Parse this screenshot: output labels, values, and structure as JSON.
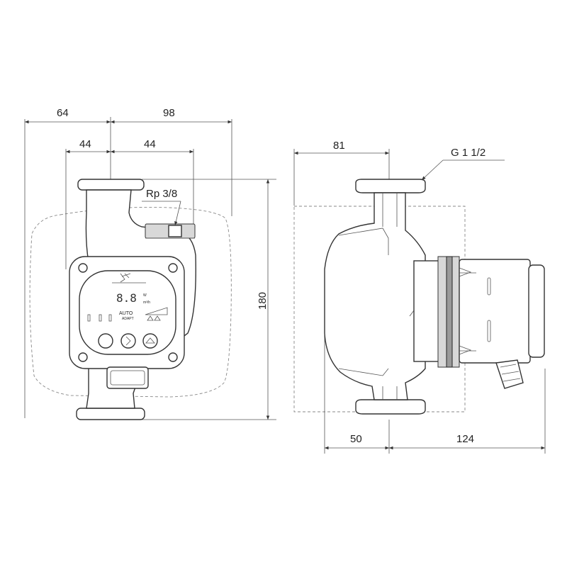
{
  "dimensions": {
    "front_left_width": "64",
    "front_right_width": "98",
    "front_left_inner": "44",
    "front_right_inner": "44",
    "front_height": "180",
    "side_top_width": "81",
    "side_bottom_left": "50",
    "side_bottom_right": "124"
  },
  "callouts": {
    "thread_port": "Rp 3/8",
    "pipe_thread": "G 1 1/2"
  },
  "display": {
    "digits": "8.8",
    "unit_power": "W",
    "unit_flow": "m³/h",
    "mode_auto": "AUTO",
    "mode_adapt": "ADAPT"
  }
}
